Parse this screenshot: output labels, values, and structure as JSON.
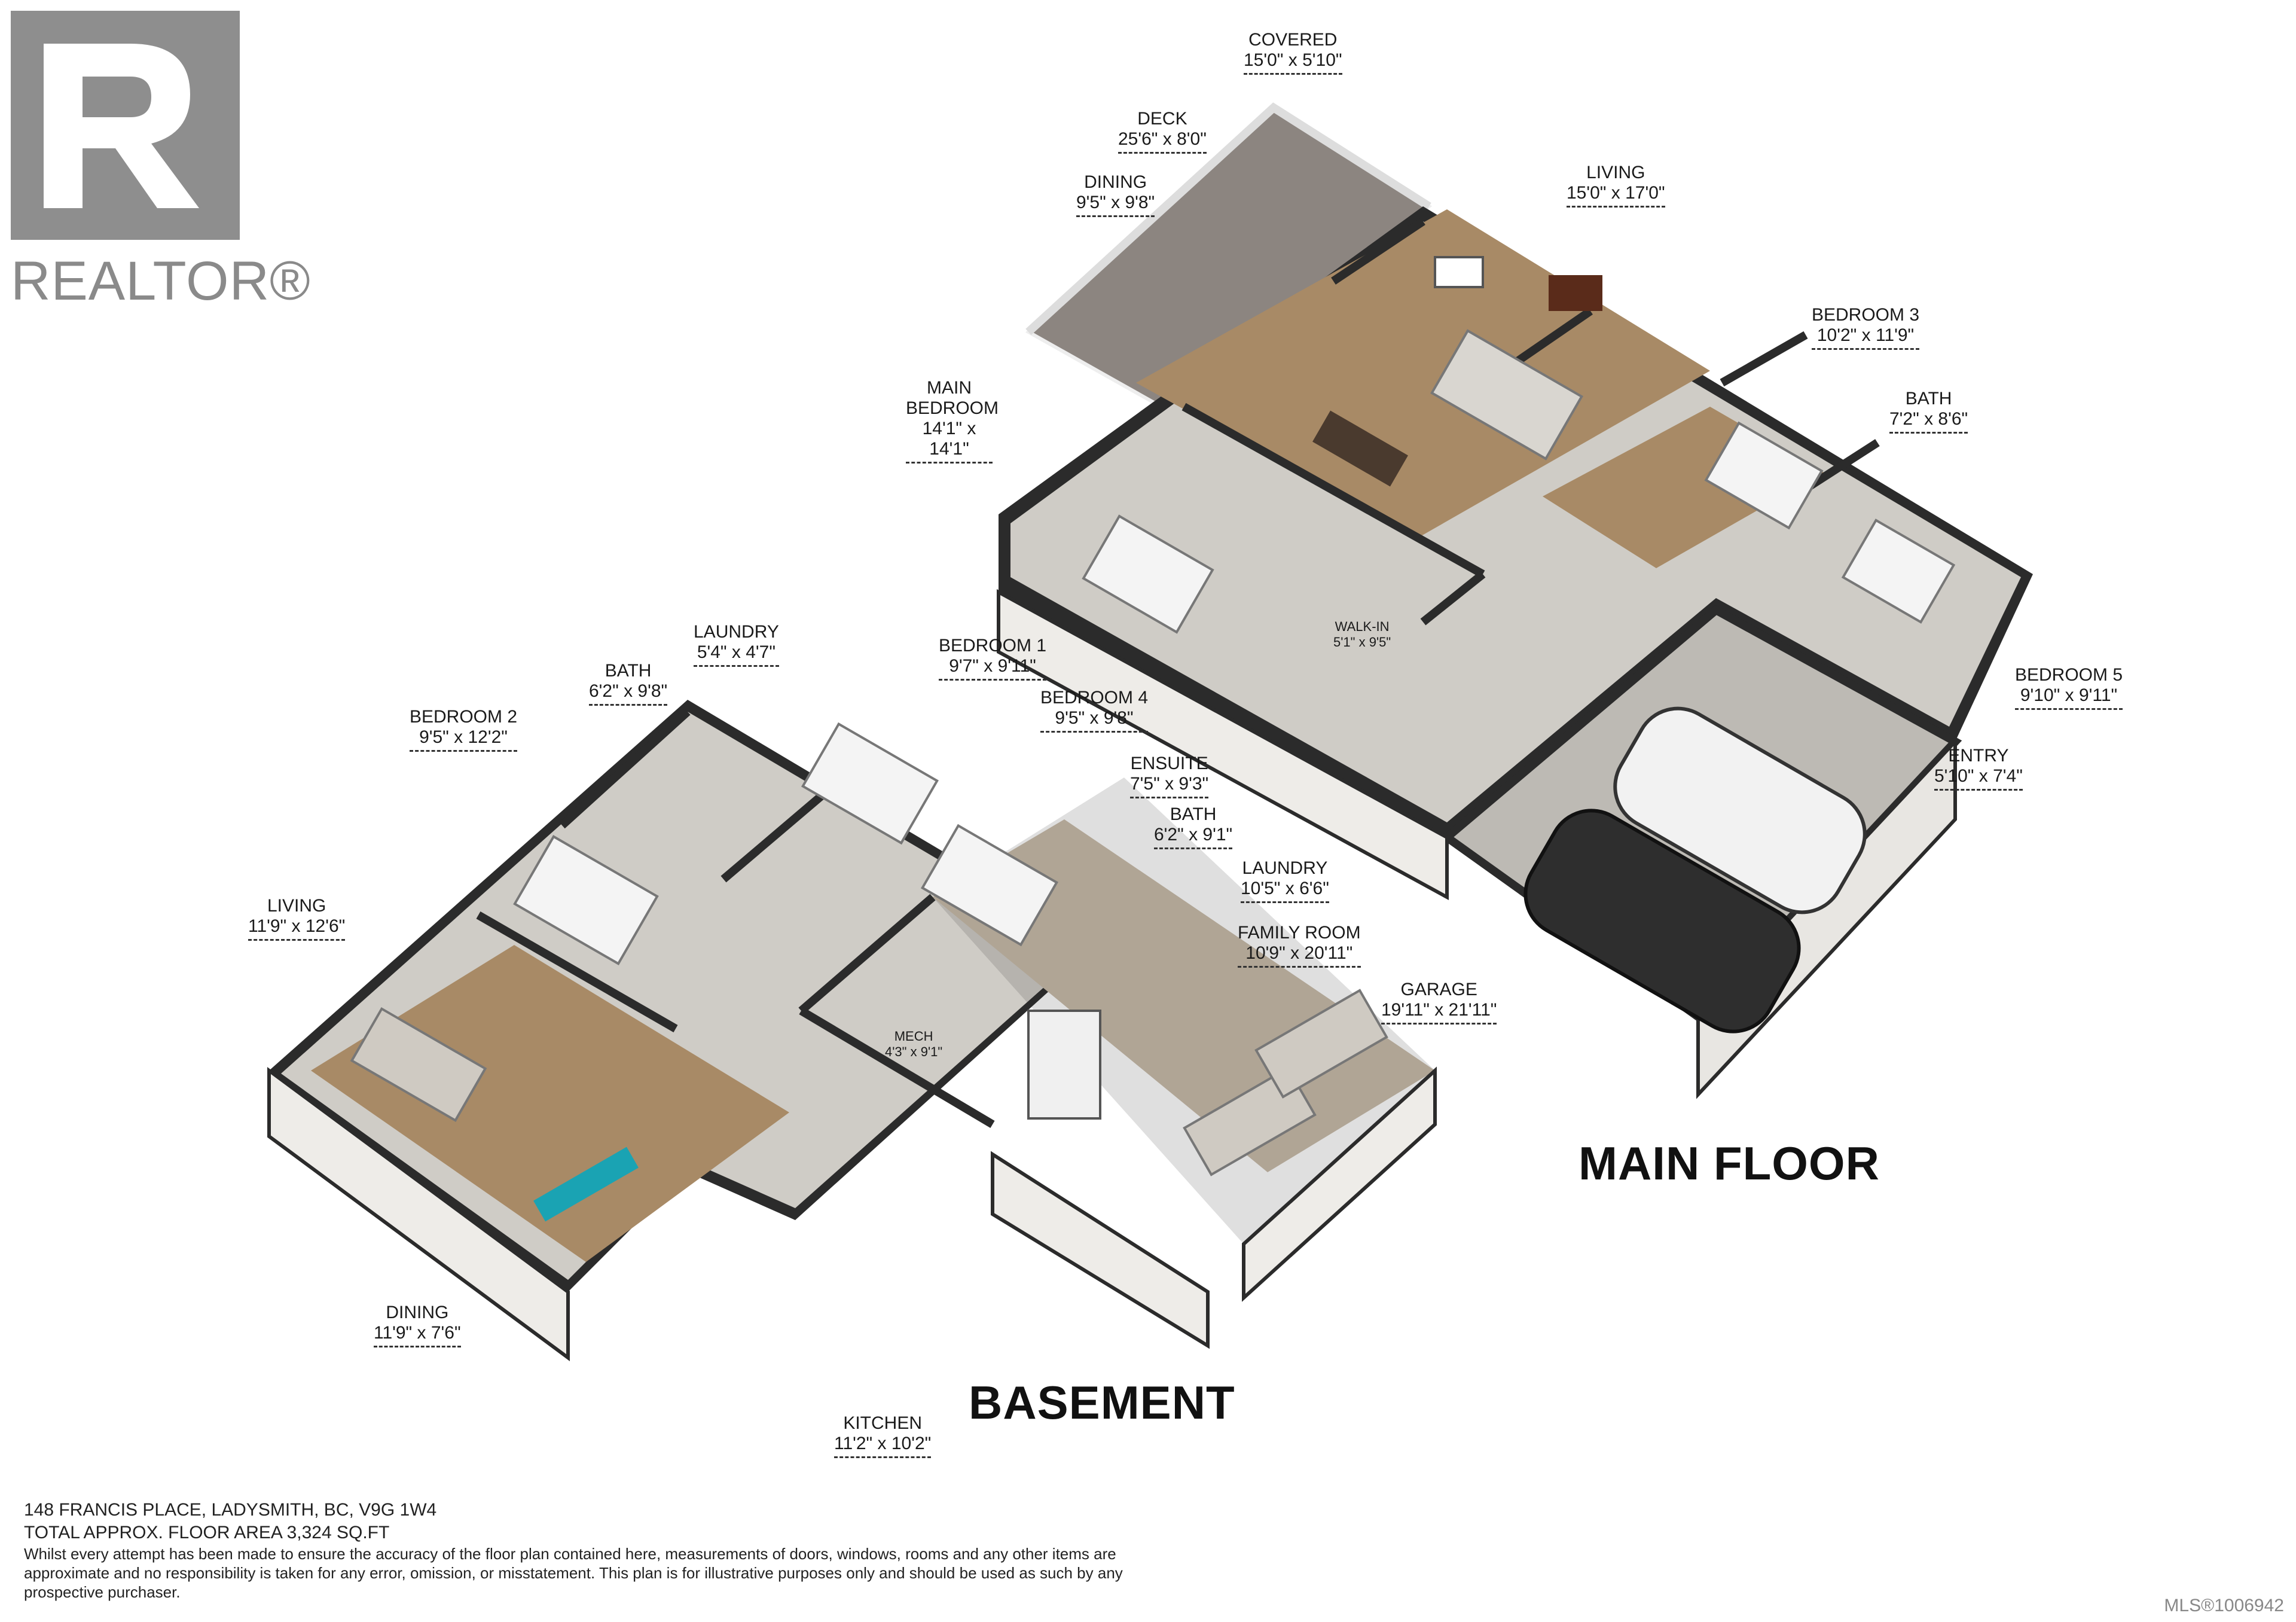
{
  "logo": {
    "text": "REALTOR®",
    "mark_color": "#8e8e8e"
  },
  "floors": {
    "main": "MAIN FLOOR",
    "basement": "BASEMENT"
  },
  "main_rooms": [
    {
      "name": "COVERED",
      "dim": "15'0\" x 5'10\""
    },
    {
      "name": "DECK",
      "dim": "25'6\" x 8'0\""
    },
    {
      "name": "DINING",
      "dim": "9'5\" x 9'8\""
    },
    {
      "name": "LIVING",
      "dim": "15'0\" x 17'0\""
    },
    {
      "name": "MAIN BEDROOM",
      "dim": "14'1\" x 14'1\""
    },
    {
      "name": "BEDROOM 3",
      "dim": "10'2\" x 11'9\""
    },
    {
      "name": "BATH",
      "dim": "7'2\" x 8'6\""
    },
    {
      "name": "BEDROOM 5",
      "dim": "9'10\" x 9'11\""
    },
    {
      "name": "ENTRY",
      "dim": "5'10\" x 7'4\""
    },
    {
      "name": "BEDROOM 1",
      "dim": "9'7\" x 9'11\""
    },
    {
      "name": "BEDROOM 4",
      "dim": "9'5\" x 9'8\""
    },
    {
      "name": "ENSUITE",
      "dim": "7'5\" x 9'3\""
    },
    {
      "name": "BATH",
      "dim": "6'2\" x 9'1\""
    },
    {
      "name": "LAUNDRY",
      "dim": "10'5\" x 6'6\""
    },
    {
      "name": "GARAGE",
      "dim": "19'11\" x 21'11\""
    },
    {
      "name": "WALK-IN",
      "dim": "5'1\" x 9'5\""
    }
  ],
  "basement_rooms": [
    {
      "name": "LAUNDRY",
      "dim": "5'4\" x 4'7\""
    },
    {
      "name": "BATH",
      "dim": "6'2\" x 9'8\""
    },
    {
      "name": "BEDROOM 2",
      "dim": "9'5\" x 12'2\""
    },
    {
      "name": "LIVING",
      "dim": "11'9\" x 12'6\""
    },
    {
      "name": "FAMILY ROOM",
      "dim": "10'9\" x 20'11\""
    },
    {
      "name": "MECH",
      "dim": "4'3\" x 9'1\""
    },
    {
      "name": "DINING",
      "dim": "11'9\" x 7'6\""
    },
    {
      "name": "KITCHEN",
      "dim": "11'2\" x 10'2\""
    }
  ],
  "footer": {
    "address": "148 FRANCIS PLACE, LADYSMITH, BC, V9G 1W4",
    "area": "TOTAL APPROX. FLOOR AREA 3,324 SQ.FT",
    "disclaimer": "Whilst every attempt has been made to ensure the accuracy of the floor plan contained here, measurements of doors, windows, rooms and any other items are approximate and no responsibility is taken for any error, omission, or misstatement. This plan is for illustrative purposes only and should be used as such by any prospective purchaser."
  },
  "mls": "MLS®1006942",
  "colors": {
    "wall": "#2b2b2b",
    "floor_wood": "#a88a66",
    "floor_grey": "#c9c7c2",
    "deck": "#8c8580"
  }
}
